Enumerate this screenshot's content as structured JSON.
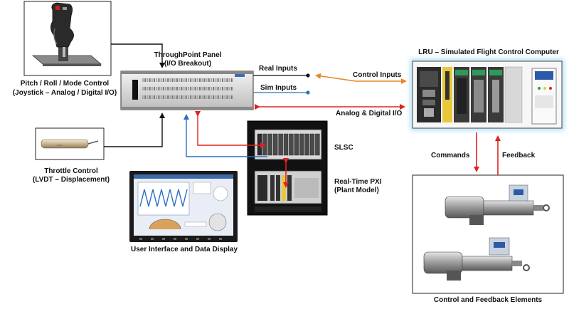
{
  "labels": {
    "joystick_line1": "Pitch / Roll / Mode Control",
    "joystick_line2": "(Joystick – Analog / Digital I/O)",
    "throttle_line1": "Throttle Control",
    "throttle_line2": "(LVDT –  Displacement)",
    "throughpoint_line1": "ThroughPoint Panel",
    "throughpoint_line2": "(I/O Breakout)",
    "real_inputs": "Real Inputs",
    "sim_inputs": "Sim Inputs",
    "control_inputs": "Control Inputs",
    "analog_digital_io": "Analog & Digital I/O",
    "lru_title": "LRU – Simulated Flight Control Computer",
    "slsc": "SLSC",
    "pxi_line1": "Real-Time PXI",
    "pxi_line2": "(Plant Model)",
    "ui_caption": "User Interface and Data Display",
    "commands": "Commands",
    "feedback": "Feedback",
    "elements_caption": "Control and Feedback Elements"
  },
  "colors": {
    "black_arrow": "#111111",
    "red_arrow": "#e02020",
    "blue_arrow": "#2a6fbf",
    "orange_arrow": "#e8862a",
    "lru_glow": "#9fd8f0"
  }
}
